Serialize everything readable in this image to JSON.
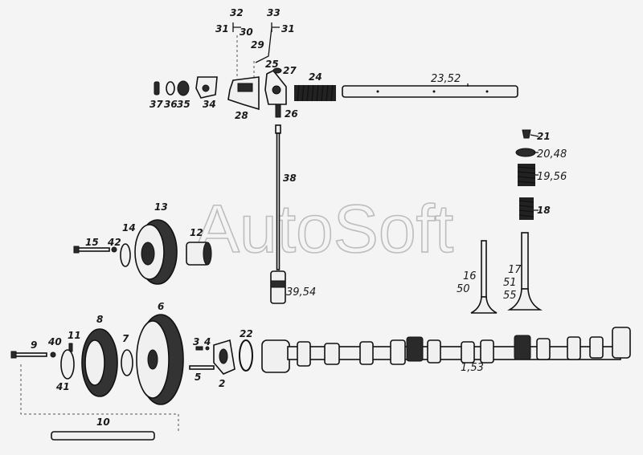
{
  "watermark": "AutoSoft",
  "labels": {
    "l1": "1,53",
    "l2": "2",
    "l3": "3",
    "l4": "4",
    "l5": "5",
    "l6": "6",
    "l7": "7",
    "l8": "8",
    "l9": "9",
    "l10": "10",
    "l11": "11",
    "l12": "12",
    "l13": "13",
    "l14": "14",
    "l15": "15",
    "l16a": "16",
    "l16b": "50",
    "l17a": "17",
    "l17b": "51",
    "l17c": "55",
    "l18": "18",
    "l19": "19,56",
    "l20": "20,48",
    "l21": "21",
    "l22": "22",
    "l23": "23,52",
    "l24": "24",
    "l25": "25",
    "l26": "26",
    "l27": "27",
    "l28": "28",
    "l29": "29",
    "l30": "30",
    "l31a": "31",
    "l31b": "31",
    "l32": "32",
    "l33": "33",
    "l34": "34",
    "l35": "35",
    "l36": "36",
    "l37": "37",
    "l38": "38",
    "l39": "39,54",
    "l40": "40",
    "l41": "41",
    "l42": "42"
  }
}
